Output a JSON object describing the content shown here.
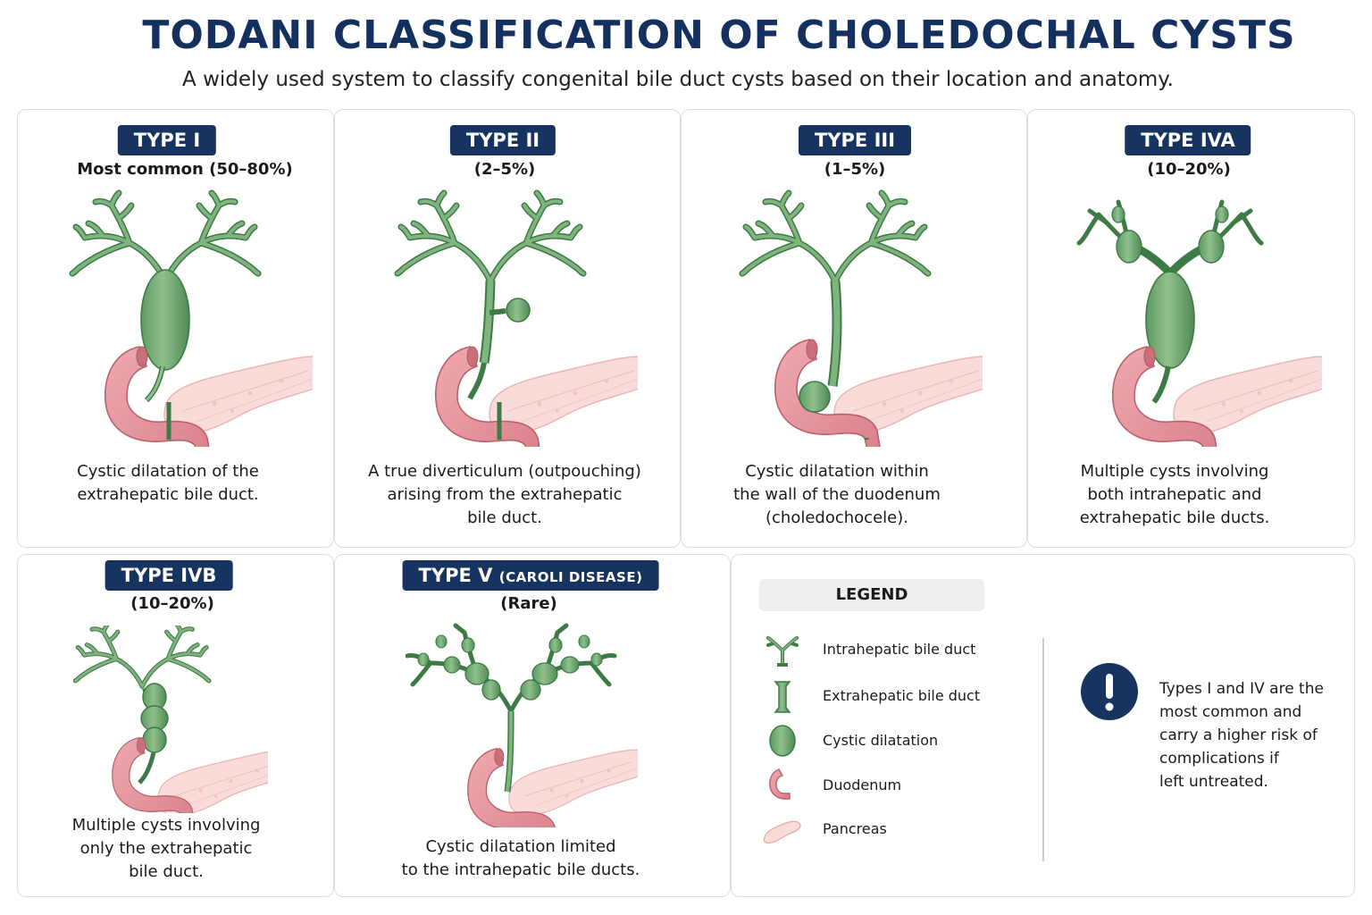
{
  "header": {
    "title": "TODANI CLASSIFICATION OF CHOLEDOCHAL CYSTS",
    "subtitle": "A widely used system to classify congenital bile duct cysts based on their location and anatomy."
  },
  "types": [
    {
      "label": "TYPE I",
      "frequency": "Most common (50–80%)",
      "description": [
        "Cystic dilatation of the",
        "extrahepatic bile duct."
      ]
    },
    {
      "label": "TYPE II",
      "frequency": "(2–5%)",
      "description": [
        "A true diverticulum (outpouching)",
        "arising from the extrahepatic",
        "bile duct."
      ]
    },
    {
      "label": "TYPE III",
      "frequency": "(1–5%)",
      "description": [
        "Cystic dilatation within",
        "the wall of the duodenum",
        "(choledochocele)."
      ]
    },
    {
      "label": "TYPE IVA",
      "frequency": "(10–20%)",
      "description": [
        "Multiple cysts involving",
        "both intrahepatic and",
        "extrahepatic bile ducts."
      ]
    },
    {
      "label": "TYPE IVB",
      "frequency": "(10–20%)",
      "description": [
        "Multiple cysts involving",
        "only the extrahepatic",
        "bile duct."
      ]
    },
    {
      "label": "TYPE V",
      "label_suffix": "(CAROLI DISEASE)",
      "frequency": "(Rare)",
      "description": [
        "Cystic dilatation limited",
        "to the intrahepatic bile ducts."
      ]
    }
  ],
  "legend": {
    "title": "LEGEND",
    "items": [
      {
        "label": "Intrahepatic bile duct",
        "icon": "intrahepatic-duct-icon"
      },
      {
        "label": "Extrahepatic bile duct",
        "icon": "extrahepatic-duct-icon"
      },
      {
        "label": "Cystic dilatation",
        "icon": "cyst-icon"
      },
      {
        "label": "Duodenum",
        "icon": "duodenum-icon"
      },
      {
        "label": "Pancreas",
        "icon": "pancreas-icon"
      }
    ]
  },
  "note": {
    "icon": "exclamation-icon",
    "lines": [
      "Types I and IV are the",
      "most common and",
      "carry a higher risk of",
      "complications if",
      "left untreated."
    ]
  },
  "colors": {
    "navy": "#16345f",
    "duct_green": "#74ad74",
    "duct_outline": "#3d7a45",
    "duodenum_pink": "#e59aa2",
    "pancreas_pink": "#f8dad8"
  }
}
